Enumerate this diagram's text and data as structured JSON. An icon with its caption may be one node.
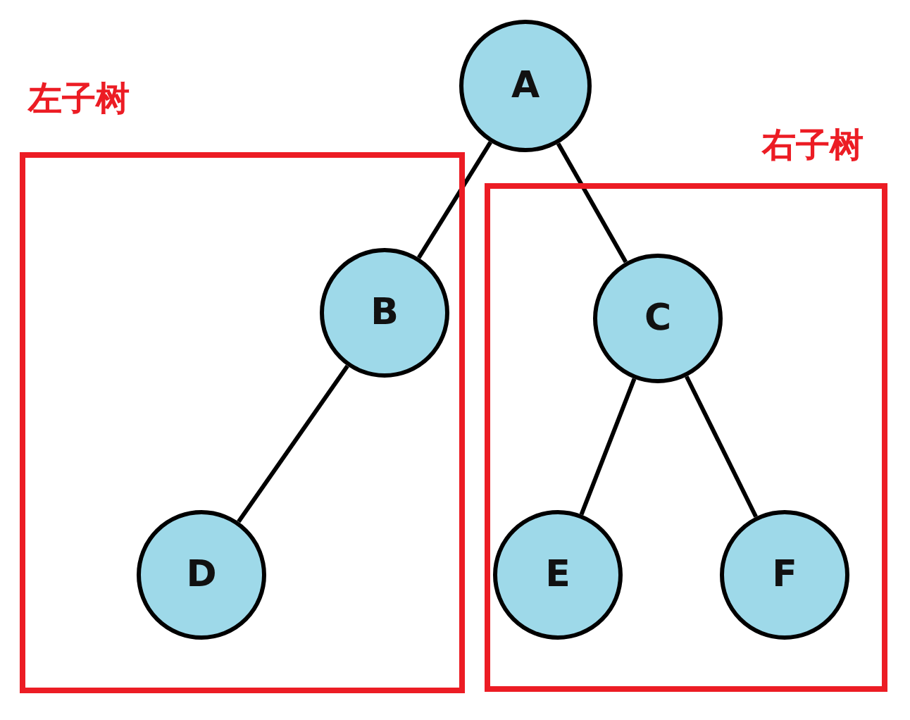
{
  "diagram": {
    "nodes": [
      {
        "text": [
          "A"
        ]
      },
      {
        "text": [
          "左子树"
        ]
      },
      {
        "text": [
          "B"
        ],
        "in": 1
      },
      {
        "text": [
          "D"
        ],
        "in": 1
      },
      {
        "text": [
          "右子树"
        ]
      },
      {
        "text": [
          "C"
        ],
        "in": 4
      },
      {
        "text": [
          "E"
        ],
        "in": 4
      },
      {
        "text": [
          "F"
        ],
        "in": 4
      }
    ],
    "edges": [
      {
        "from": 0,
        "to": 2,
        "arrow": "none"
      },
      {
        "from": 0,
        "to": 5,
        "arrow": "none"
      },
      {
        "from": 2,
        "to": 3,
        "arrow": "none"
      },
      {
        "from": 5,
        "to": 6,
        "arrow": "none"
      },
      {
        "from": 5,
        "to": 7,
        "arrow": "none"
      }
    ]
  }
}
